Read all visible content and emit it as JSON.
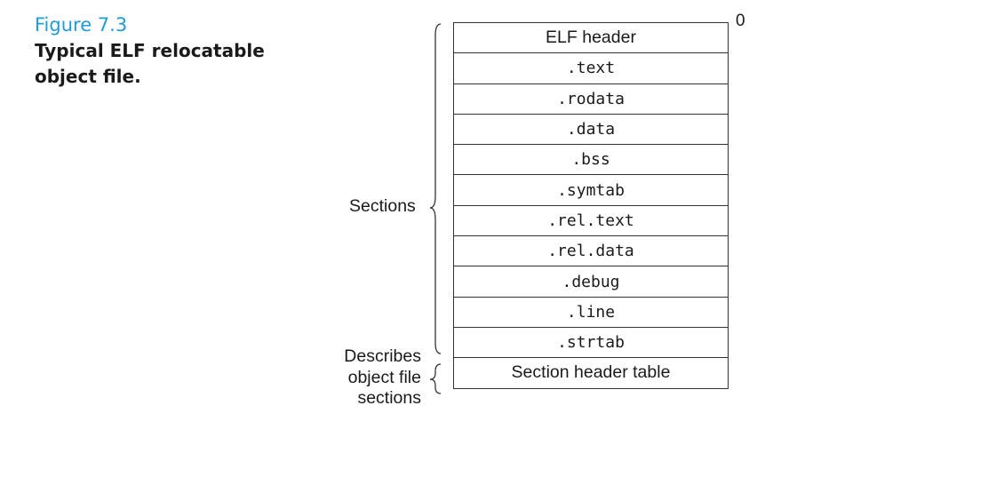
{
  "figure": {
    "number": "Figure 7.3",
    "caption": "Typical ELF relocatable object file."
  },
  "diagram": {
    "offset_label": "0",
    "rows": [
      {
        "label": "ELF header",
        "style": "sans"
      },
      {
        "label": ".text",
        "style": "mono"
      },
      {
        "label": ".rodata",
        "style": "mono"
      },
      {
        "label": ".data",
        "style": "mono"
      },
      {
        "label": ".bss",
        "style": "mono"
      },
      {
        "label": ".symtab",
        "style": "mono"
      },
      {
        "label": ".rel.text",
        "style": "mono"
      },
      {
        "label": ".rel.data",
        "style": "mono"
      },
      {
        "label": ".debug",
        "style": "mono"
      },
      {
        "label": ".line",
        "style": "mono"
      },
      {
        "label": ".strtab",
        "style": "mono"
      },
      {
        "label": "Section header table",
        "style": "sans"
      }
    ],
    "brace_labels": {
      "sections": "Sections",
      "describes": [
        "Describes",
        "object file",
        "sections"
      ]
    }
  }
}
